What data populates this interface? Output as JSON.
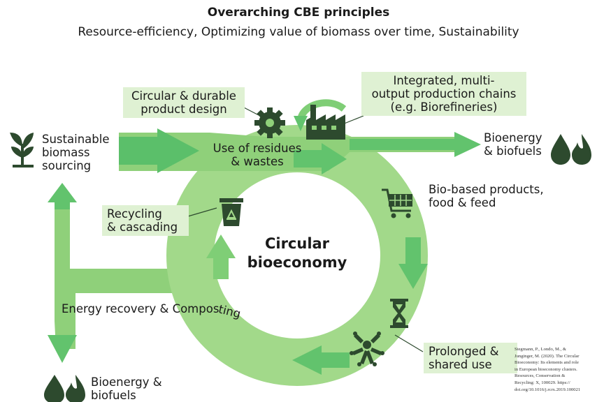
{
  "header": {
    "title": "Overarching CBE principles",
    "subtitle": "Resource-efficiency, Optimizing value of biomass over time, Sustainability"
  },
  "center_label": {
    "line1": "Circular",
    "line2": "bioeconomy"
  },
  "nodes": {
    "sourcing": {
      "line1": "Sustainable",
      "line2": "biomass",
      "line3": "sourcing"
    },
    "residues": {
      "line1": "Use of residues",
      "line2": "& wastes"
    },
    "design": {
      "line1": "Circular & durable",
      "line2": "product design"
    },
    "production": {
      "line1": "Integrated, multi-",
      "line2": "output production chains",
      "line3": "(e.g. Biorefineries)"
    },
    "bioenergy_top": {
      "line1": "Bioenergy",
      "line2": "& biofuels"
    },
    "biobased": {
      "line1": "Bio-based products,",
      "line2": "food & feed"
    },
    "recycling": {
      "line1": "Recycling",
      "line2": "& cascading"
    },
    "prolonged": {
      "line1": "Prolonged &",
      "line2": "shared use"
    },
    "energy_recovery": {
      "part1": "Energy recovery & Compos",
      "part2": "ting"
    },
    "bioenergy_bottom": {
      "line1": "Bioenergy &",
      "line2": "biofuels"
    }
  },
  "citation": {
    "line1": "Stegmann, P., Londo, M., &",
    "line2": "Junginger, M. (2020). The Circular",
    "line3": "Bioeconomy: Its elements and role",
    "line4": "in European bioeconomy clusters.",
    "line5": "Resources, Conservation &",
    "line6": "Recycling: X, 100029. https://",
    "line7": "doi.org/10.1016/j.rcrx.2019.100021"
  },
  "colors": {
    "ring": "#a2d98a",
    "flow_band": "#8fd07a",
    "arrow": "#62c36d",
    "arrow_light": "#7fce76",
    "label_box": "#dff1d3",
    "icon_dark": "#2d4a2e"
  },
  "icons": [
    "sprout-icon",
    "gear-icon",
    "factory-icon",
    "cycle-arrow-icon",
    "water-drop-icon",
    "flame-icon",
    "shopping-cart-icon",
    "recycle-bin-icon",
    "hourglass-icon",
    "people-hands-icon"
  ]
}
